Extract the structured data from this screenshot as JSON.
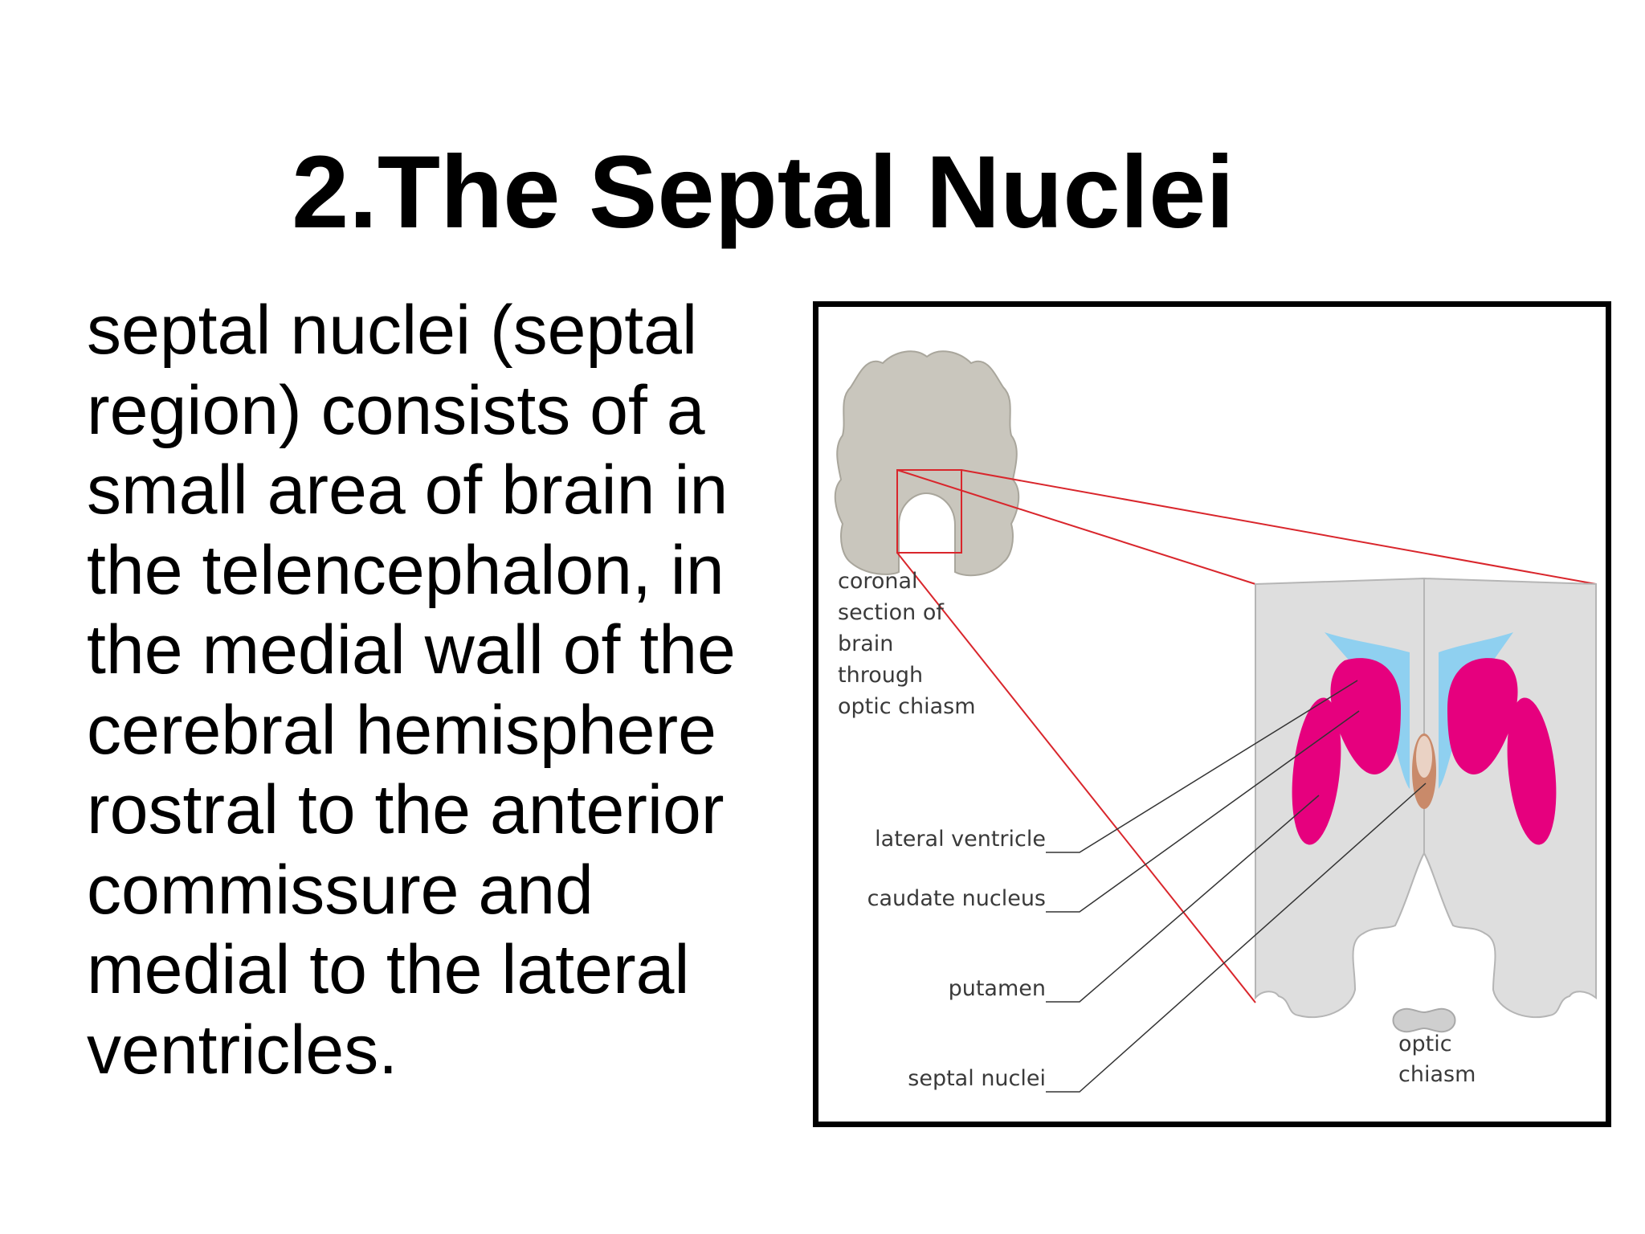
{
  "title": "2.The Septal Nuclei",
  "body_lines": [
    "septal nuclei (septal",
    "region) consists of a",
    "small area of brain in",
    "the telencephalon, in",
    "the medial wall of the",
    "cerebral hemisphere",
    "rostral to the anterior",
    "commissure and",
    "medial to the lateral",
    "ventricles."
  ],
  "figure": {
    "coronal_label": [
      "coronal",
      "section of",
      "brain",
      "through",
      "optic chiasm"
    ],
    "labels": {
      "lateral_ventricle": "lateral ventricle",
      "caudate_nucleus": "caudate nucleus",
      "putamen": "putamen",
      "septal_nuclei": "septal nuclei"
    },
    "optic_chiasm_label": [
      "optic",
      "chiasm"
    ],
    "colors": {
      "brain_tissue": "#c9c6bd",
      "section_bg": "#dedede",
      "ventricle": "#8fd0f0",
      "nucleus": "#e6007e",
      "septal": "#c98a6a",
      "highlight_lines": "#d9262c",
      "pointer_lines": "#333333"
    }
  }
}
